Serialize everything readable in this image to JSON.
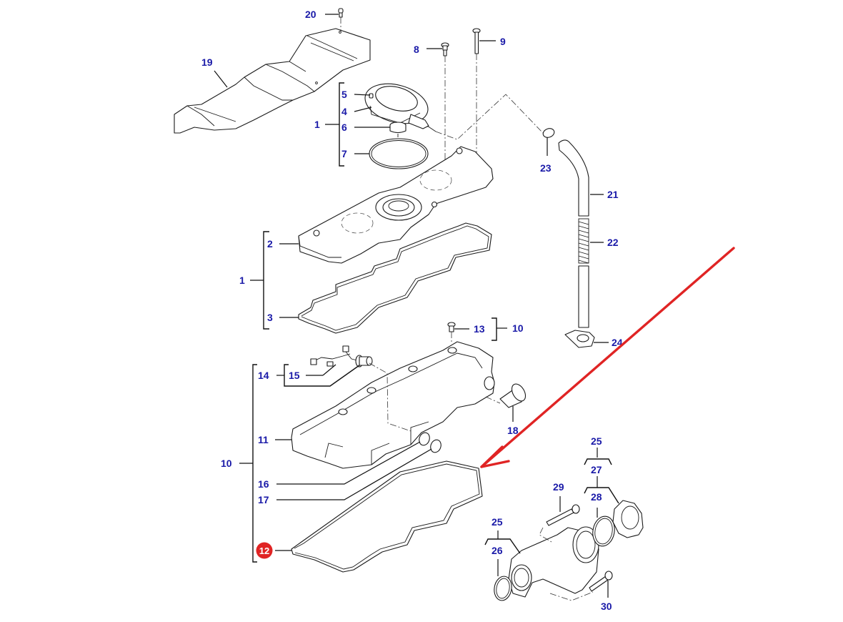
{
  "diagram": {
    "title": "Valve cover / rocker cover exploded parts diagram",
    "label_color": "#1a1aa8",
    "highlight_color": "#e02424",
    "callouts": {
      "c1a": "1",
      "c1b": "1",
      "c2": "2",
      "c3": "3",
      "c4": "4",
      "c5": "5",
      "c6": "6",
      "c7": "7",
      "c8": "8",
      "c9": "9",
      "c10a": "10",
      "c10b": "10",
      "c11": "11",
      "c12": "12",
      "c13": "13",
      "c14": "14",
      "c15": "15",
      "c16": "16",
      "c17": "17",
      "c18": "18",
      "c19": "19",
      "c20": "20",
      "c21": "21",
      "c22": "22",
      "c23": "23",
      "c24": "24",
      "c25a": "25",
      "c25b": "25",
      "c26": "26",
      "c27": "27",
      "c28": "28",
      "c29": "29",
      "c30": "30"
    },
    "highlighted_part": "12",
    "annotation": "Red arrow pointing to part 12 (gasket)"
  }
}
